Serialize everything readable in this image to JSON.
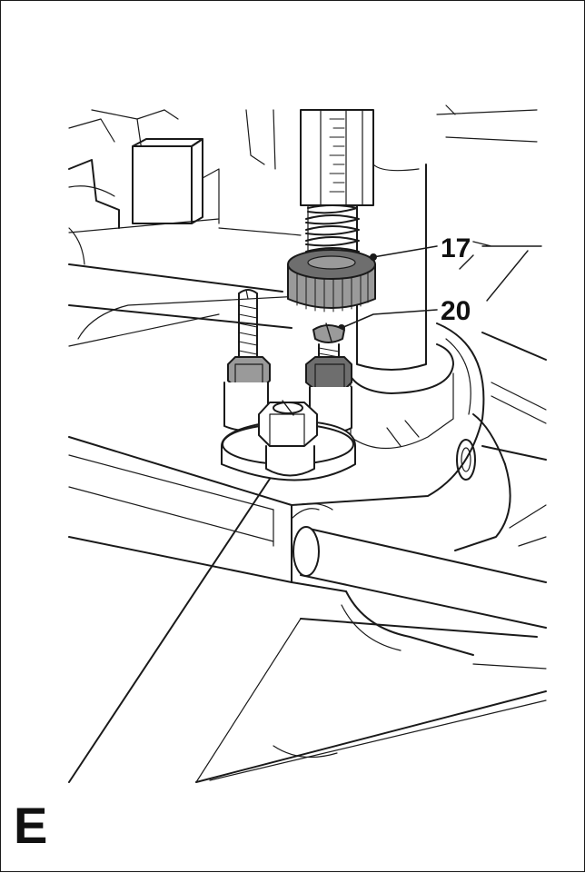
{
  "figure": {
    "letter": "E",
    "callouts": [
      {
        "label": "17"
      },
      {
        "label": "20"
      }
    ]
  },
  "colors": {
    "line": "#1a1a1a",
    "knob_dark": "#6e6e6e",
    "knob_mid": "#9a9a9a",
    "paper": "#ffffff"
  }
}
